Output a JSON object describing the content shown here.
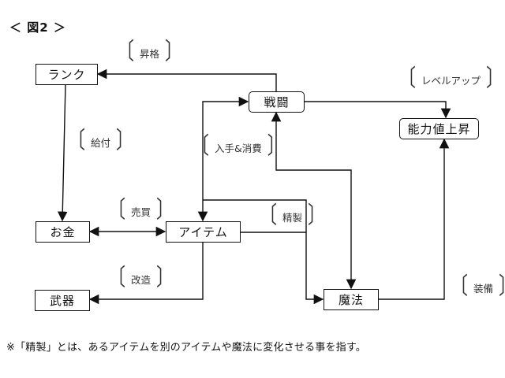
{
  "title": "＜ 図2 ＞",
  "nodes": {
    "rank": "ランク",
    "battle": "戦闘",
    "stat_up": "能力値上昇",
    "money": "お金",
    "item": "アイテム",
    "weapon": "武器",
    "magic": "魔法"
  },
  "edge_labels": {
    "promotion": "昇格",
    "level_up": "レベルアップ",
    "payment": "給付",
    "obtain_consume": "入手&消費",
    "trade": "売買",
    "refine": "精製",
    "modify": "改造",
    "equip": "装備"
  },
  "edges": [
    {
      "from": "battle",
      "to": "rank",
      "label": "promotion"
    },
    {
      "from": "battle",
      "to": "stat_up",
      "label": "level_up"
    },
    {
      "from": "rank",
      "to": "money",
      "label": "payment"
    },
    {
      "from": "item",
      "to": "battle",
      "label": "obtain_consume",
      "bidirectional": true
    },
    {
      "from": "money",
      "to": "item",
      "label": "trade",
      "bidirectional": true
    },
    {
      "from": "item",
      "to": "magic",
      "label": "refine"
    },
    {
      "from": "battle",
      "to": "magic"
    },
    {
      "from": "item",
      "to": "weapon",
      "label": "modify"
    },
    {
      "from": "magic",
      "to": "stat_up",
      "label": "equip"
    }
  ],
  "footnote": "※「精製」とは、あるアイテムを別のアイテムや魔法に変化させる事を指す。"
}
